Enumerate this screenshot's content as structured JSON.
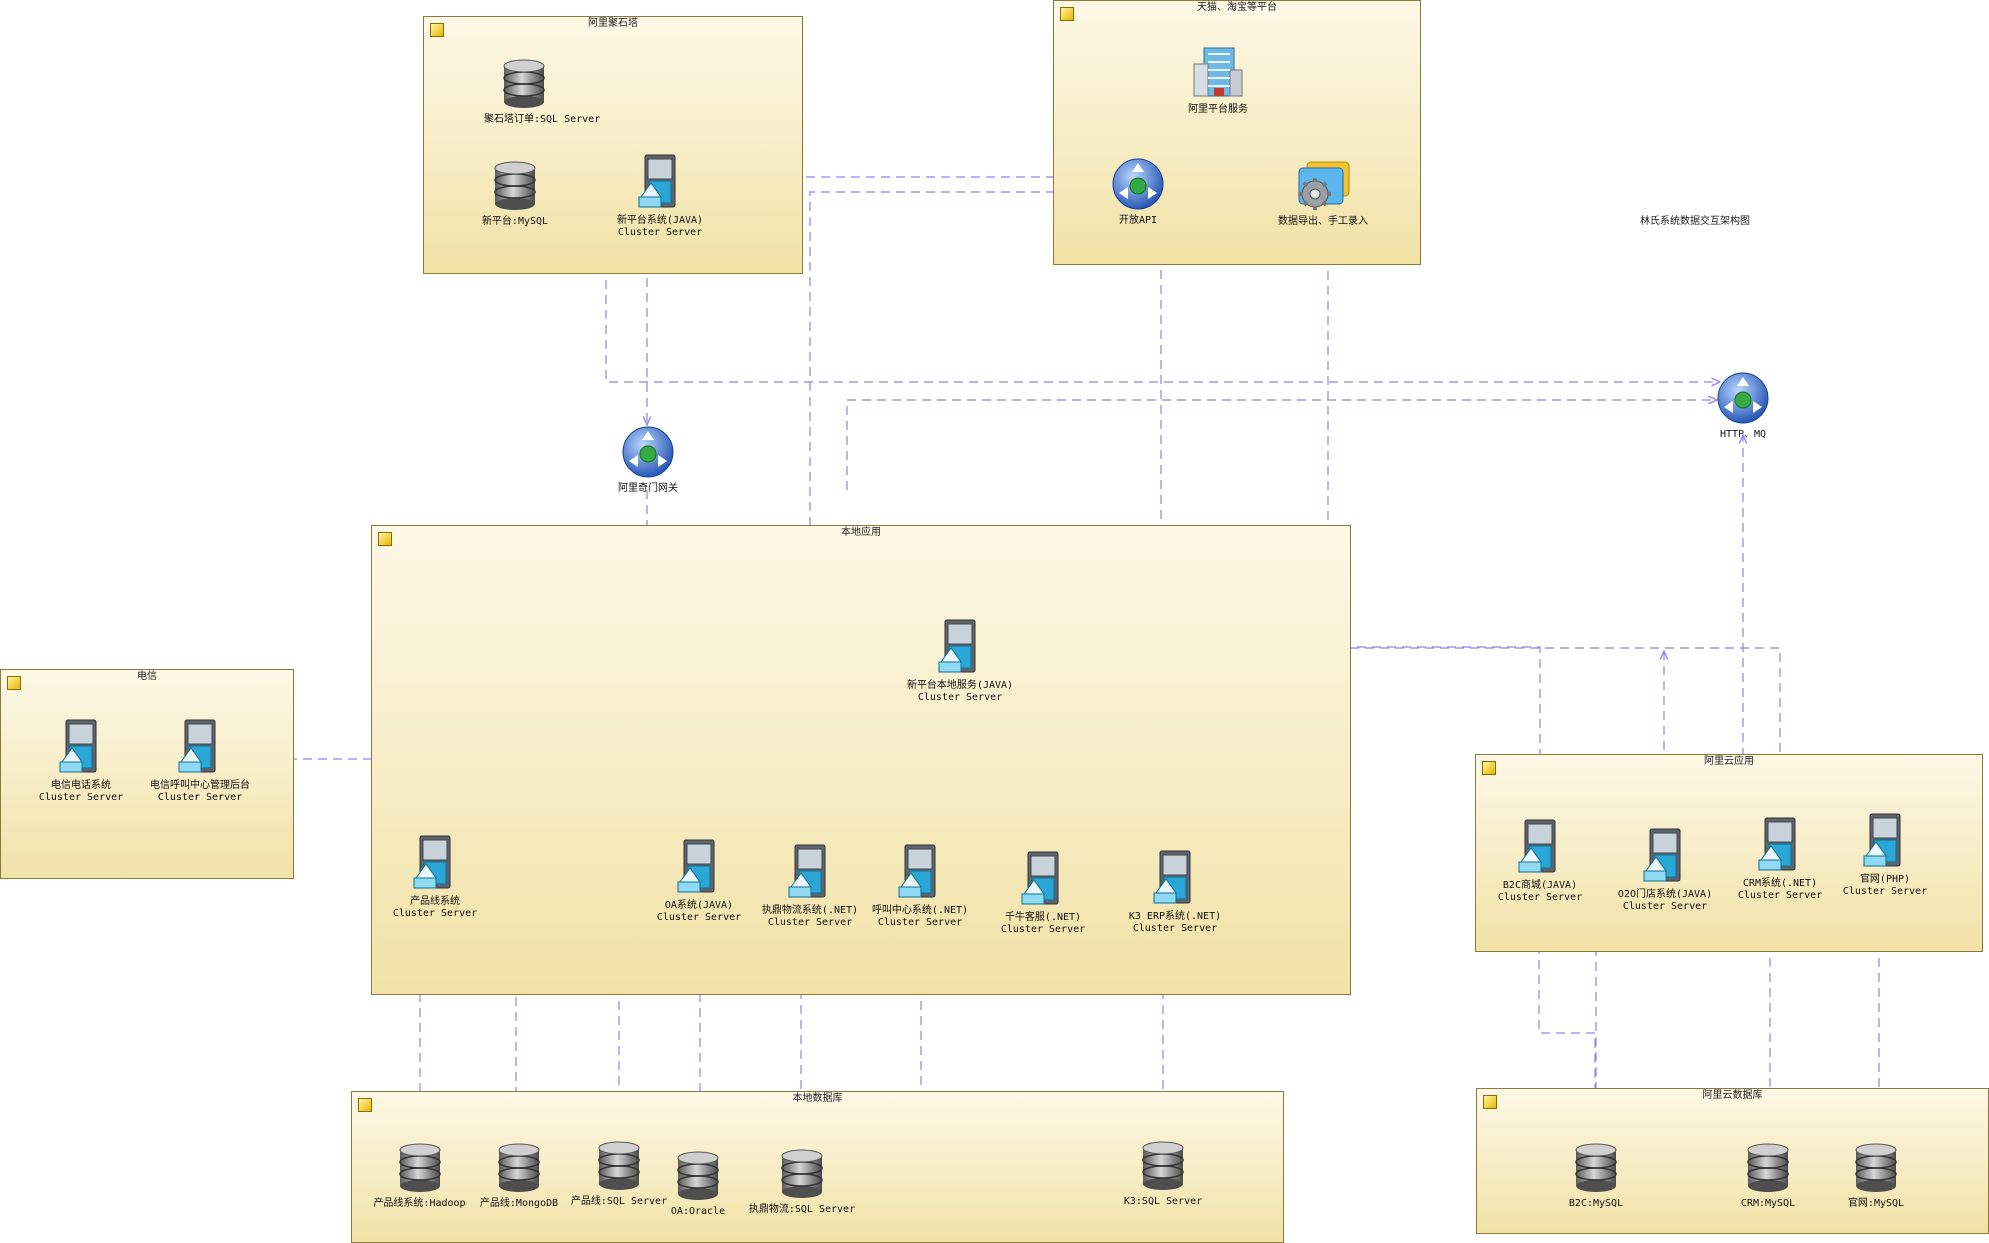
{
  "title": "林氏系统数据交互架构图",
  "groups": {
    "jushita": "阿里聚石塔",
    "tmall": "天猫、淘宝等平台",
    "local_app": "本地应用",
    "telecom": "电信",
    "ali_cloud_app": "阿里云应用",
    "local_db": "本地数据库",
    "ali_cloud_db": "阿里云数据库"
  },
  "nodes": {
    "jst_order_db": [
      "聚石塔订单:SQL Server"
    ],
    "new_platform_mysql": [
      "新平台:MySQL"
    ],
    "new_platform_java": [
      "新平台系统(JAVA)",
      "Cluster Server"
    ],
    "ali_platform_service": [
      "阿里平台服务"
    ],
    "open_api": [
      "开放API"
    ],
    "data_export": [
      "数据导出、手工录入"
    ],
    "http_mq": [
      "HTTP、MQ"
    ],
    "qimen_gateway": [
      "阿里奇门网关"
    ],
    "local_service": [
      "新平台本地服务(JAVA)",
      "Cluster Server"
    ],
    "telecom_phone": [
      "电信电话系统",
      "Cluster Server"
    ],
    "telecom_callcenter_admin": [
      "电信呼叫中心管理后台",
      "Cluster Server"
    ],
    "product_line": [
      "产品线系统",
      "Cluster Server"
    ],
    "oa_system": [
      "OA系统(JAVA)",
      "Cluster Server"
    ],
    "logistics": [
      "执鼎物流系统(.NET)",
      "Cluster Server"
    ],
    "call_center": [
      "呼叫中心系统(.NET)",
      "Cluster Server"
    ],
    "qianniu": [
      "千牛客服(.NET)",
      "Cluster Server"
    ],
    "k3_erp": [
      "K3 ERP系统(.NET)",
      "Cluster Server"
    ],
    "b2c_mall": [
      "B2C商城(JAVA)",
      "Cluster Server"
    ],
    "o2o_store": [
      "O2O门店系统(JAVA)",
      "Cluster Server"
    ],
    "crm": [
      "CRM系统(.NET)",
      "Cluster Server"
    ],
    "website_php": [
      "官网(PHP)",
      "Cluster Server"
    ],
    "db_hadoop": [
      "产品线系统:Hadoop"
    ],
    "db_mongodb": [
      "产品线:MongoDB"
    ],
    "db_product_sql": [
      "产品线:SQL Server"
    ],
    "db_oracle": [
      "OA:Oracle"
    ],
    "db_logistics_sql": [
      "执鼎物流:SQL Server"
    ],
    "db_k3_sql": [
      "K3:SQL Server"
    ],
    "db_b2c_mysql": [
      "B2C:MySQL"
    ],
    "db_crm_mysql": [
      "CRM:MySQL"
    ],
    "db_website_mysql": [
      "官网:MySQL"
    ]
  },
  "colors": {
    "connector": "#8a86e8",
    "group_border": "#8a7a3a",
    "server_blue": "#2aa7d6"
  }
}
